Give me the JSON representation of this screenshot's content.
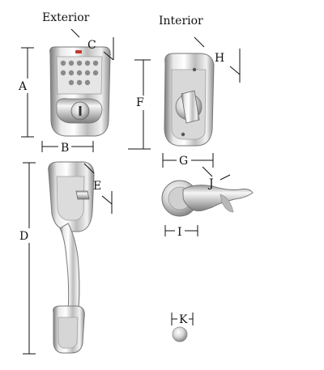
{
  "headings": {
    "exterior": "Exterior",
    "interior": "Interior"
  },
  "dimension_labels": {
    "a": "A",
    "b": "B",
    "c": "C",
    "d": "D",
    "e": "E",
    "f": "F",
    "g": "G",
    "h": "H",
    "i": "I",
    "j": "J",
    "k": "K"
  },
  "colors": {
    "chrome_light": "#f4f4f4",
    "chrome_mid": "#c9c9c9",
    "chrome_dark": "#6e6e6e",
    "key_button": "#8a8a8a",
    "led_red": "#c0392b",
    "line": "#111111"
  }
}
